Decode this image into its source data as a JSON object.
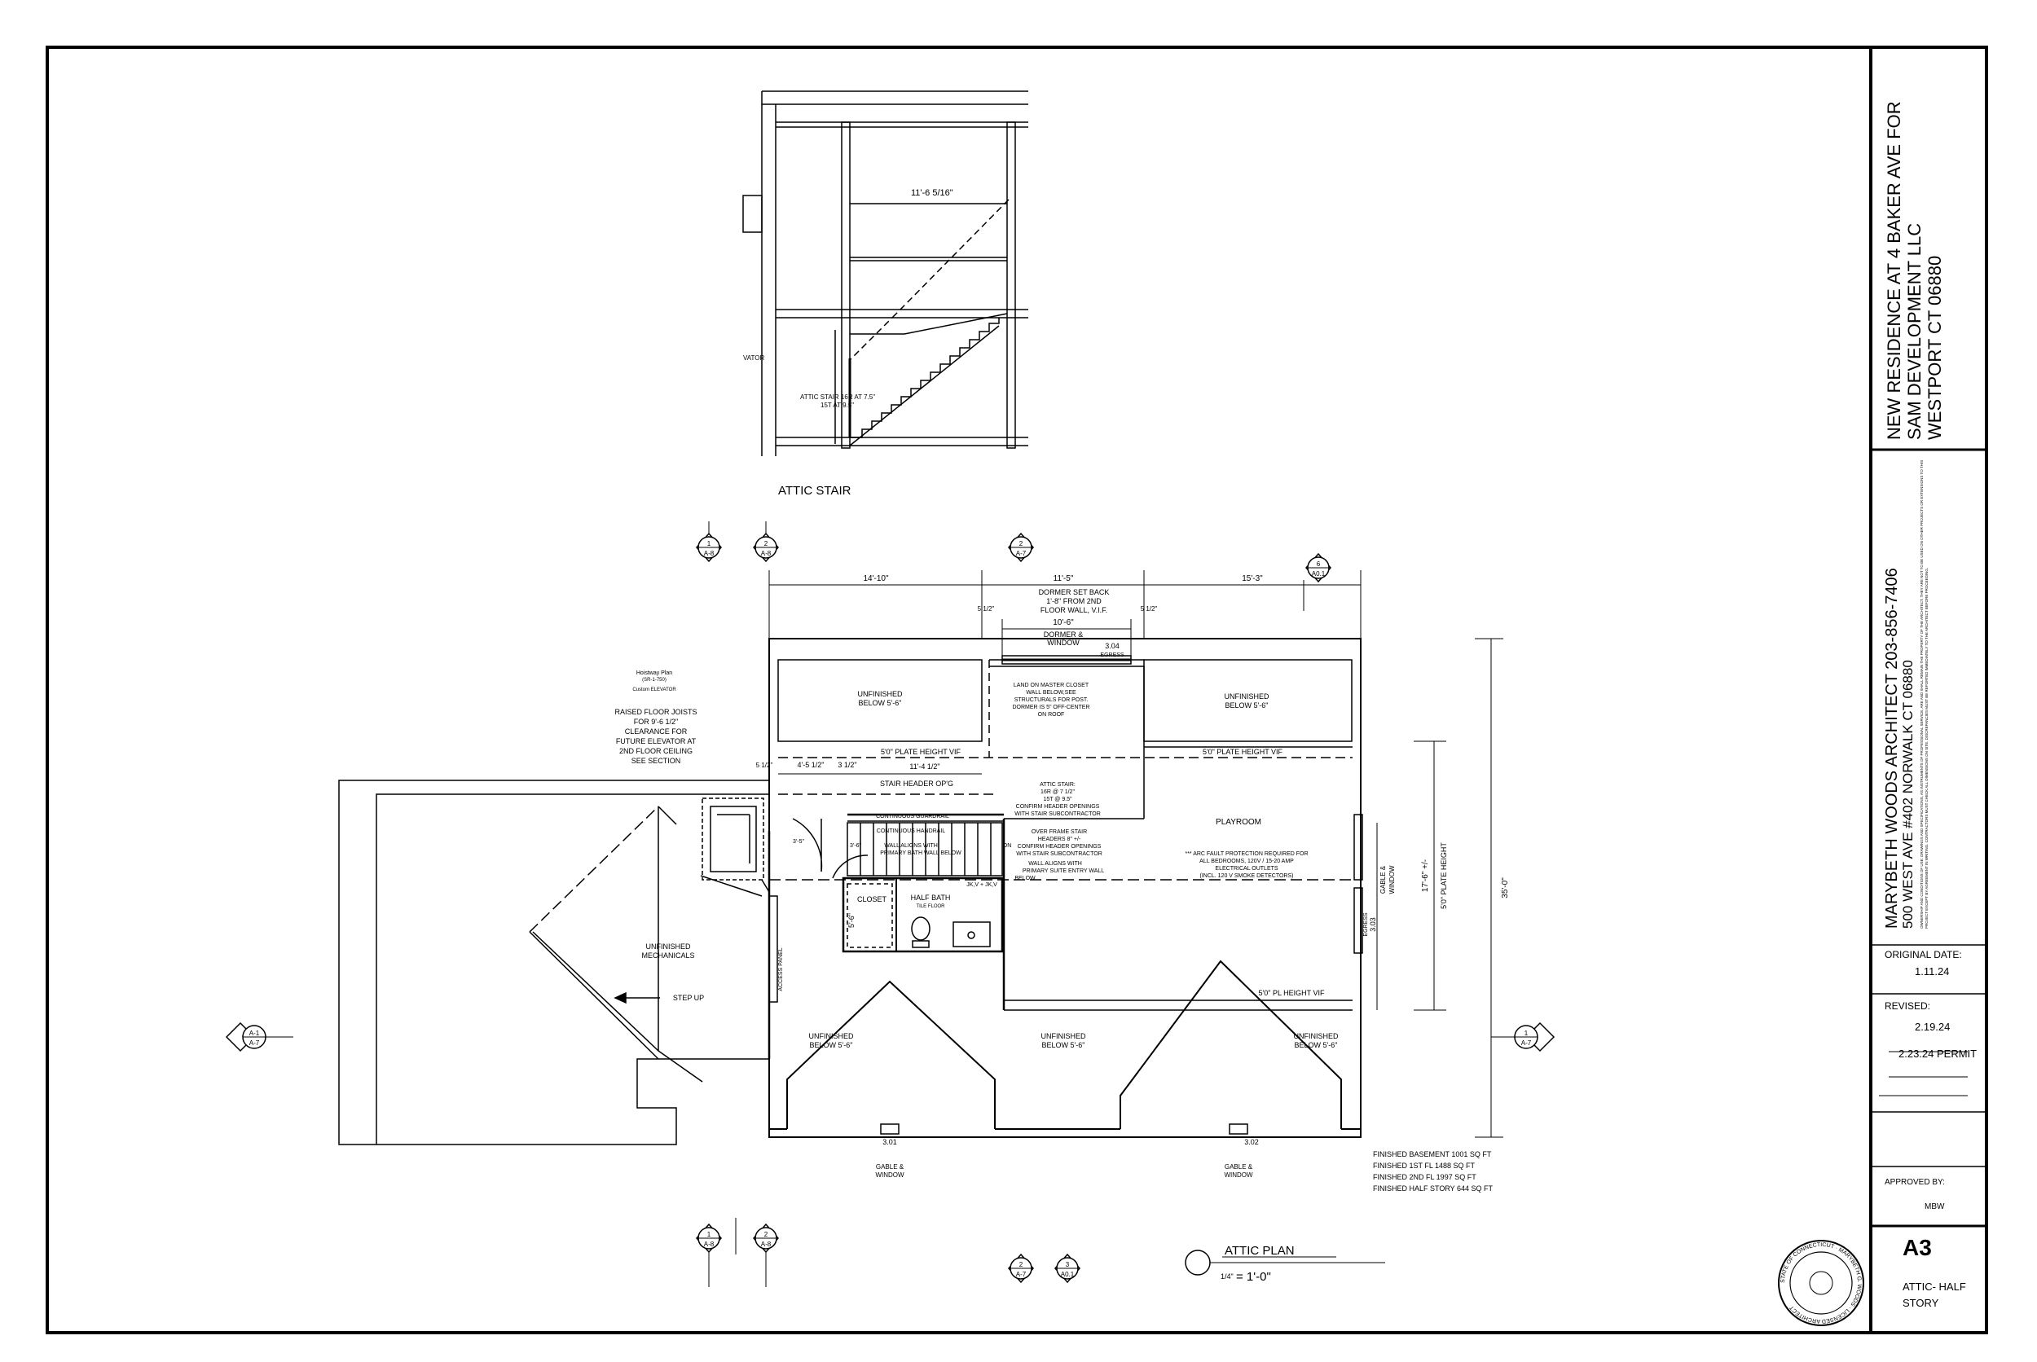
{
  "project": {
    "line1": "NEW RESIDENCE AT 4 BAKER AVE FOR",
    "line2": "SAM DEVELOPMENT LLC",
    "line3": "WESTPORT CT 06880"
  },
  "architect": {
    "name": "MARYBETH WOODS ARCHITECT  203-856-7406",
    "address": "500 WEST AVE  #402  NORWALK CT 06880",
    "notice": "OWNERSHIP AND CONDITIONS OF USE: DRAWINGS AND SPECIFICATIONS, AS INSTRUMENTS OF PROFESSIONAL SERVICE, ARE AND SHALL REMAIN THE PROPERTY OF THE ARCHITECT. THEY ARE NOT TO BE USED ON OTHER PROJECTS OR EXTENSIONS TO THIS PROJECT EXCEPT BY AGREEMENT IN WRITING. CONTRACTORS MUST CHECK ALL DIMENSIONS ON SITE. DISCREPANCIES MUST BE REPORTED IMMEDIATELY TO THE ARCHITECT BEFORE PROCEEDING."
  },
  "dates": {
    "original_label": "ORIGINAL DATE:",
    "original_value": "1.11.24",
    "revised_label": "REVISED:",
    "revised_1": "2.19.24",
    "revised_2": "2.23.24 PERMIT"
  },
  "approval": {
    "label": "APPROVED BY:",
    "value": "MBW"
  },
  "seal": {
    "text": "STATE OF CONNECTICUT · MARYBETH G. WOODS · LICENSED ARCHITECT"
  },
  "sheet": {
    "number": "A3",
    "title_1": "ATTIC- HALF",
    "title_2": "STORY"
  },
  "drawings": {
    "attic_stair_title": "ATTIC STAIR",
    "attic_plan_title": "ATTIC PLAN",
    "attic_plan_scale": "= 1'-0\"",
    "scale_fraction": "1/4\""
  },
  "section": {
    "dim_height": "11'-6 5/16\"",
    "elevator_label": "VATOR",
    "stair_note_1": "ATTIC STAIR 16R AT 7.5\"",
    "stair_note_2": "15T AT 9.5\""
  },
  "dimensions": {
    "top_left": "14'-10\"",
    "top_mid": "11'-5\"",
    "top_right": "15'-3\"",
    "dormer_width": "10'-6\"",
    "small_left": "5 1/2\"",
    "small_right": "5 1/2\"",
    "stair_open_a": "4'-5 1/2\"",
    "stair_open_b": "3 1/2\"",
    "stair_open_c": "5 1/2\"",
    "stair_header_width": "11'-4 1/2\"",
    "plate_height_left": "5'0\" PLATE HEIGHT VIF",
    "plate_height_right": "5'0\" PLATE HEIGHT VIF",
    "pl_height_bottom": "5'0\" PL HEIGHT VIF",
    "depth_total": "35'-0\"",
    "depth_playroom": "17'-6\" +/-",
    "plate_height_vert": "5'0\" PLATE HEIGHT",
    "closet_dim": "5'-6\"",
    "jack_1": "3'-5\"",
    "jack_2": "3'-6\"",
    "stair_jack": "JK,V + JK,V"
  },
  "labels": {
    "dormer_setback_1": "DORMER SET BACK",
    "dormer_setback_2": "1'-8\" FROM 2ND",
    "dormer_setback_3": "FLOOR WALL, V.I.F.",
    "dormer_window_1": "DORMER &",
    "dormer_window_2": "WINDOW",
    "egress_304": "3.04",
    "egress_label": "EGRESS",
    "unfinished_1": "UNFINISHED",
    "below_56": "BELOW 5'-6\"",
    "closet_note_1": "LAND ON MASTER CLOSET",
    "closet_note_2": "WALL BELOW,SEE",
    "closet_note_3": "STRUCTURALS FOR POST.",
    "closet_note_4": "DORMER IS 5\" OFF-CENTER",
    "closet_note_5": "ON ROOF",
    "attic_stair_note_1": "ATTIC STAIR:",
    "attic_stair_note_2": "16R @ 7 1/2\"",
    "attic_stair_note_3": "15T @ 9.5\"",
    "attic_stair_note_4": "CONFIRM HEADER OPENINGS",
    "attic_stair_note_5": "WITH STAIR SUBCONTRACTOR",
    "stair_header": "STAIR HEADER OP'G",
    "guardrail": "CONTINUOUS GUARDRAIL",
    "handrail_1": "CONTINUOUS HANDRAIL",
    "handrail_2": "WALL ALIGNS WITH",
    "handrail_3": "PRIMARY BATH WALL BELOW",
    "overframe_1": "OVER FRAME STAIR",
    "overframe_2": "HEADERS 8\" +/-",
    "overframe_3": "CONFIRM HEADER OPENINGS",
    "overframe_4": "WITH STAIR SUBCONTRACTOR",
    "wall_align_1": "WALL ALIGNS WITH",
    "wall_align_2": "PRIMARY SUITE ENTRY WALL",
    "wall_align_3": "BELOW",
    "on_label": "ON",
    "playroom": "PLAYROOM",
    "arc_1": "*** ARC FAULT PROTECTION REQUIRED FOR",
    "arc_2": "ALL BEDROOMS, 120V / 15-20 AMP",
    "arc_3": "ELECTRICAL OUTLETS",
    "arc_4": "(INCL. 120 V SMOKE DETECTORS)",
    "gable_window_1": "GABLE &",
    "gable_window_2": "WINDOW",
    "egress_303": "3.03",
    "closet": "CLOSET",
    "half_bath": "HALF BATH",
    "tile_floor": "TILE FLOOR",
    "access_panel": "ACCESS PANEL",
    "mechanicals_1": "UNFINISHED",
    "mechanicals_2": "MECHANICALS",
    "step_up": "STEP UP",
    "window_301": "3.01",
    "window_302": "3.02",
    "hoistway_1": "Hoistway Plan",
    "hoistway_2": "(SR-1-750)",
    "hoistway_3": "Custom ELEVATOR",
    "elev_note_1": "RAISED FLOOR JOISTS",
    "elev_note_2": "FOR 9'-6 1/2\"",
    "elev_note_3": "CLEARANCE FOR",
    "elev_note_4": "FUTURE ELEVATOR AT",
    "elev_note_5": "2ND FLOOR CEILING",
    "elev_note_6": "SEE SECTION"
  },
  "areas": [
    "FINISHED BASEMENT 1001 SQ FT",
    "FINISHED 1ST FL 1488 SQ FT",
    "FINISHED 2ND FL 1997 SQ FT",
    "FINISHED HALF STORY 644 SQ FT"
  ],
  "markers": {
    "m1_top": "1",
    "m1_bot": "A-8",
    "m2_top": "2",
    "m2_bot": "A-8",
    "m3_top": "2",
    "m3_bot": "A-7",
    "m4_top": "6",
    "m4_bot": "A0.1",
    "m5_top": "A-1",
    "m5_bot": "A-7",
    "m6_top": "1",
    "m6_bot": "A-7",
    "m7_top": "1",
    "m7_bot": "A-8",
    "m8_top": "2",
    "m8_bot": "A-8",
    "m9_top": "2",
    "m9_bot": "A-7",
    "m10_top": "3",
    "m10_bot": "A0.1"
  }
}
